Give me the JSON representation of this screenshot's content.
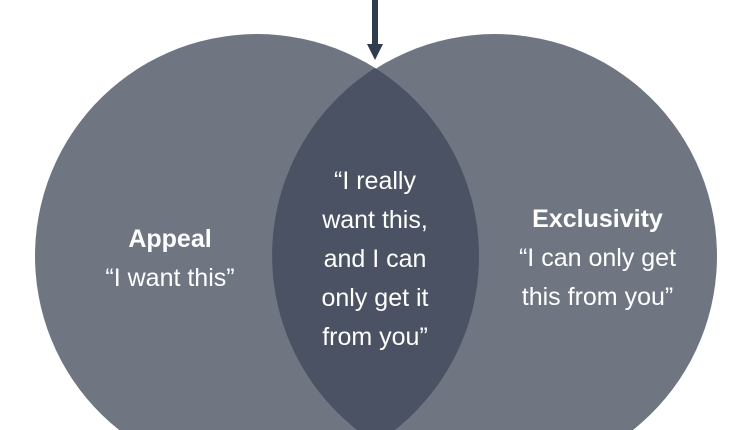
{
  "colors": {
    "circle": "#6f7682",
    "overlap": "#4a5263",
    "arrow": "#2f3b4e"
  },
  "left": {
    "title": "Appeal",
    "quote": "“I want this”"
  },
  "right": {
    "title": "Exclusivity",
    "quote_lines": [
      "“I can only get",
      "this from you”"
    ]
  },
  "center": {
    "lines": [
      "“I really",
      "want this,",
      "and I can",
      "only get it",
      "from you”"
    ]
  }
}
